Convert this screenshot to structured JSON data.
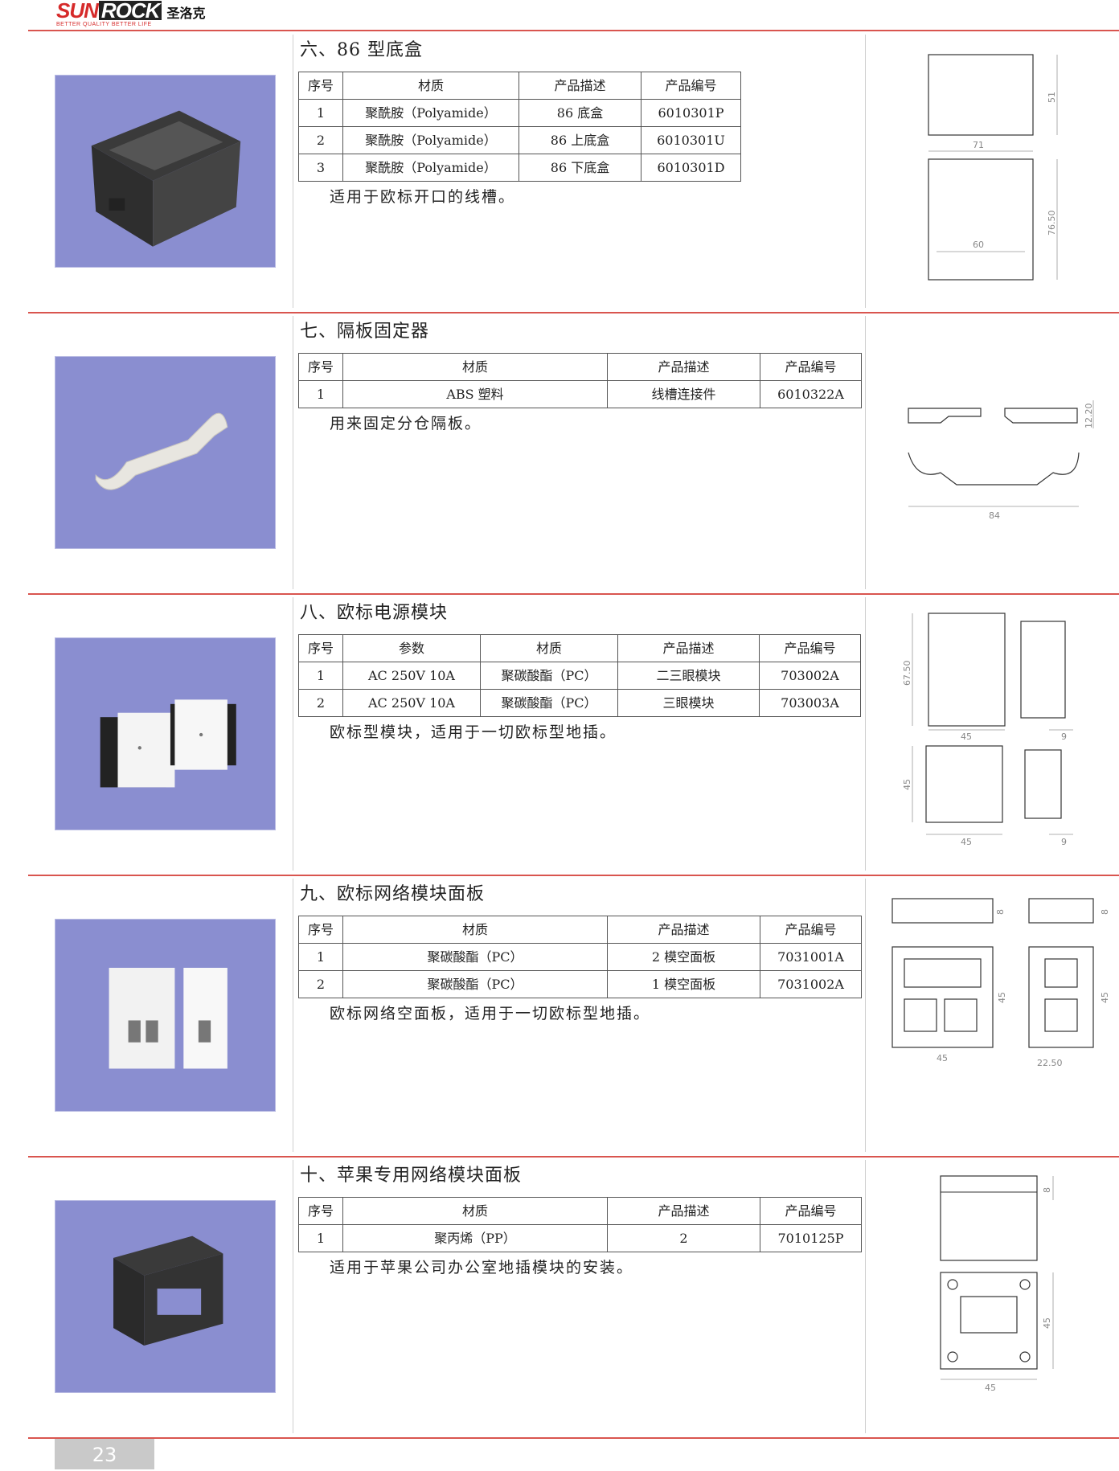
{
  "header": {
    "brand_part1": "SUN",
    "brand_part2": "ROCK",
    "tagline": "BETTER QUALITY BETTER LIFE",
    "brand_cn": "圣洛克"
  },
  "colors": {
    "accent_line": "#d9554f",
    "photo_bg": "#8a8ed0"
  },
  "sections": [
    {
      "title": "六、86 型底盒",
      "headers": [
        "序号",
        "材质",
        "产品描述",
        "产品编号"
      ],
      "widths": [
        55,
        219,
        152,
        124
      ],
      "rows": [
        [
          "1",
          "聚酰胺（Polyamide）",
          "86 底盒",
          "6010301P"
        ],
        [
          "2",
          "聚酰胺（Polyamide）",
          "86 上底盒",
          "6010301U"
        ],
        [
          "3",
          "聚酰胺（Polyamide）",
          "86 下底盒",
          "6010301D"
        ]
      ],
      "description": "适用于欧标开口的线槽。",
      "dims": [
        "71",
        "51",
        "60",
        "76.50"
      ],
      "photo": "dark-back-box"
    },
    {
      "title": "七、隔板固定器",
      "headers": [
        "序号",
        "材质",
        "产品描述",
        "产品编号"
      ],
      "widths": [
        55,
        329,
        190,
        126
      ],
      "rows": [
        [
          "1",
          "ABS 塑料",
          "线槽连接件",
          "6010322A"
        ]
      ],
      "description": "用来固定分仓隔板。",
      "dims": [
        "12.20",
        "84"
      ],
      "photo": "white-clip"
    },
    {
      "title": "八、欧标电源模块",
      "headers": [
        "序号",
        "参数",
        "材质",
        "产品描述",
        "产品编号"
      ],
      "widths": [
        55,
        171,
        171,
        176,
        126
      ],
      "rows": [
        [
          "1",
          "AC 250V 10A",
          "聚碳酸酯（PC）",
          "二三眼模块",
          "703002A"
        ],
        [
          "2",
          "AC 250V 10A",
          "聚碳酸酯（PC）",
          "三眼模块",
          "703003A"
        ]
      ],
      "description": "欧标型模块，适用于一切欧标型地插。",
      "dims": [
        "67.50",
        "45",
        "9",
        "45",
        "45",
        "9"
      ],
      "photo": "power-modules"
    },
    {
      "title": "九、欧标网络模块面板",
      "headers": [
        "序号",
        "材质",
        "产品描述",
        "产品编号"
      ],
      "widths": [
        55,
        329,
        190,
        126
      ],
      "rows": [
        [
          "1",
          "聚碳酸酯（PC）",
          "2 模空面板",
          "7031001A"
        ],
        [
          "2",
          "聚碳酸酯（PC）",
          "1 模空面板",
          "7031002A"
        ]
      ],
      "description": "欧标网络空面板，适用于一切欧标型地插。",
      "dims": [
        "8",
        "8",
        "45",
        "45",
        "45",
        "22.50"
      ],
      "photo": "network-panels"
    },
    {
      "title": "十、苹果专用网络模块面板",
      "headers": [
        "序号",
        "材质",
        "产品描述",
        "产品编号"
      ],
      "widths": [
        55,
        329,
        190,
        126
      ],
      "rows": [
        [
          "1",
          "聚丙烯（PP）",
          "2",
          "7010125P"
        ]
      ],
      "description": "适用于苹果公司办公室地插模块的安装。",
      "dims": [
        "8",
        "45",
        "45"
      ],
      "photo": "black-panel"
    }
  ],
  "page": {
    "number": "23"
  }
}
